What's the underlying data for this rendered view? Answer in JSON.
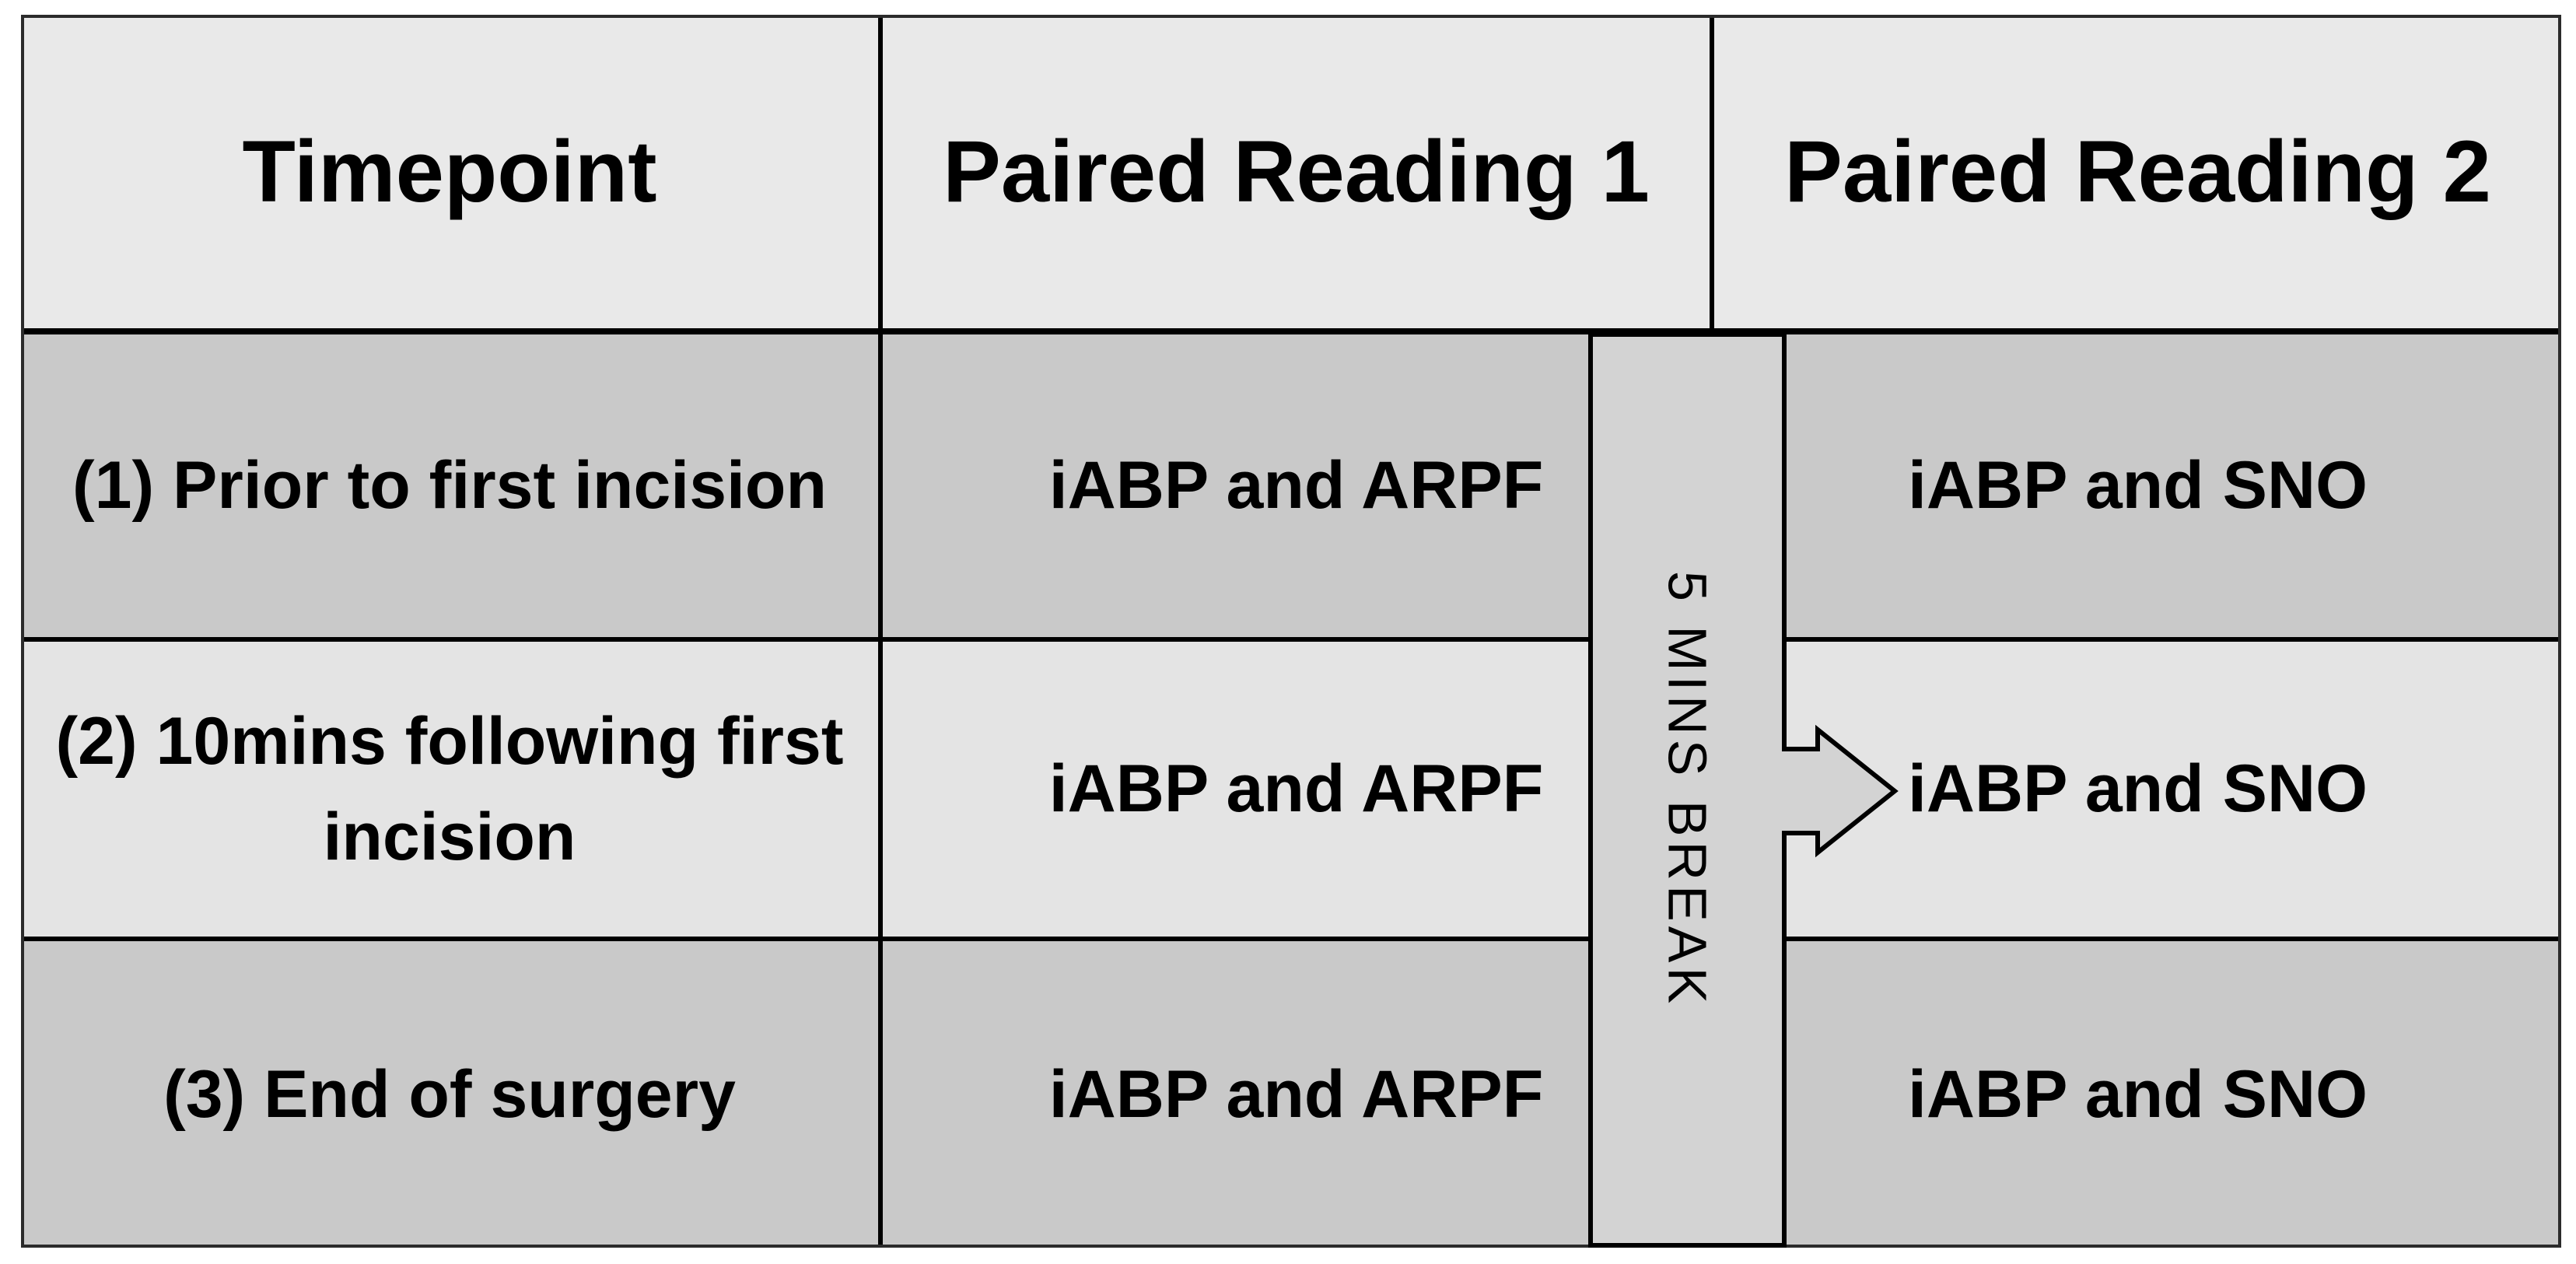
{
  "figure": {
    "description": "Study protocol table: paired blood-pressure readings at three surgical timepoints separated by a 5 minute break",
    "columns": [
      {
        "label": "Timepoint"
      },
      {
        "label": "Paired Reading 1"
      },
      {
        "label": "Paired Reading 2"
      }
    ],
    "rows": [
      {
        "timepoint": "(1) Prior to first incision",
        "reading1": "iABP and ARPF",
        "reading2": "iABP and SNO"
      },
      {
        "timepoint": "(2) 10mins following first incision",
        "reading1": "iABP and ARPF",
        "reading2": "iABP and SNO"
      },
      {
        "timepoint": "(3) End of surgery",
        "reading1": "iABP and ARPF",
        "reading2": "iABP and SNO"
      }
    ],
    "break_bar": {
      "label": "5 MINS BREAK"
    },
    "arrow": {
      "meaning": "right-block-arrow from break bar into Paired Reading 2 of row 2"
    }
  },
  "colors": {
    "header_bg": "#e9e9e9",
    "row_odd_bg": "#c9c9c9",
    "row_even_bg": "#e4e4e4",
    "bar_fill": "#d3d3d3",
    "inner_border": "#000000",
    "outer_border": "#2b2b2b",
    "text": "#000000",
    "page_bg": "#ffffff"
  }
}
